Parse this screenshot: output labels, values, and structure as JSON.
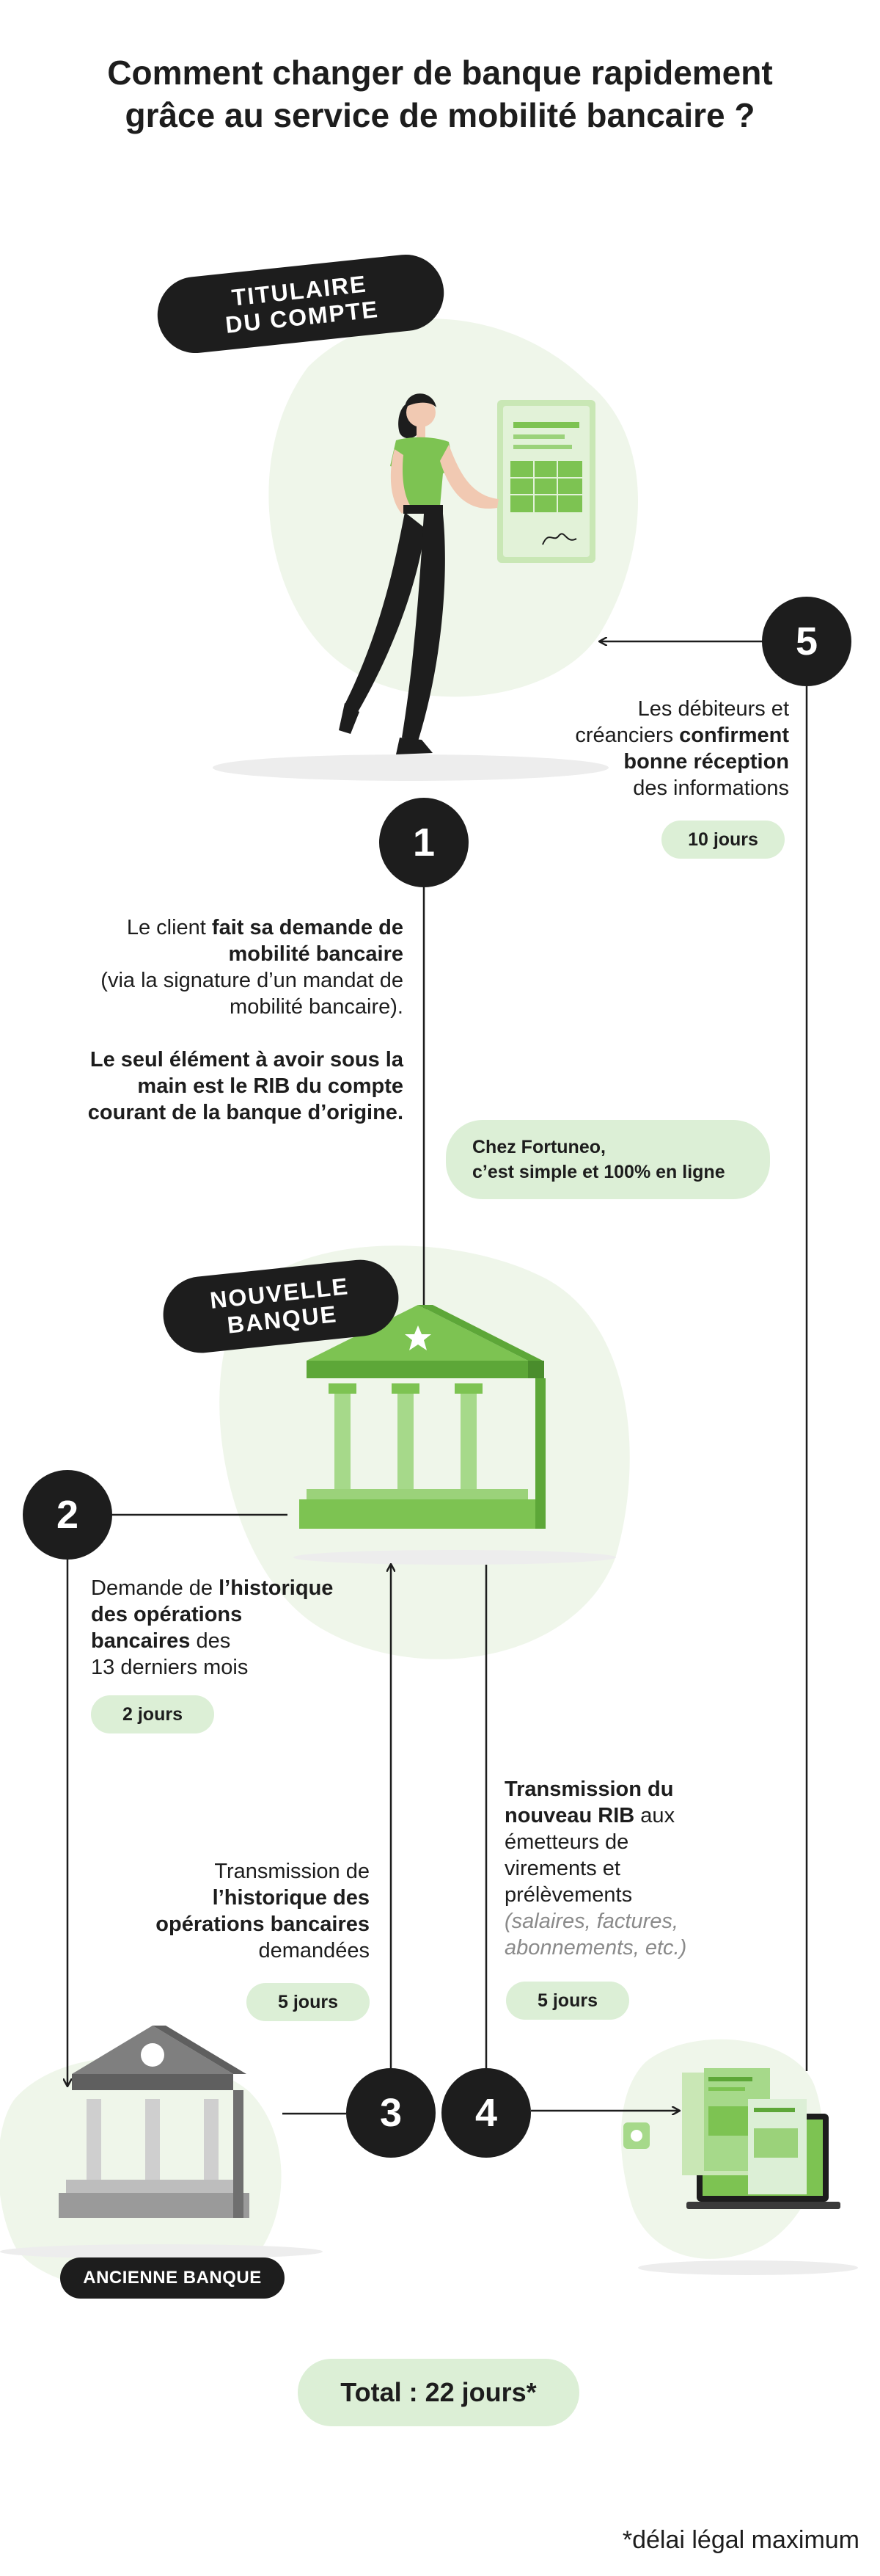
{
  "title": {
    "line1": "Comment changer de banque rapidement",
    "line2": "grâce au service de mobilité bancaire ?"
  },
  "labels": {
    "account_holder_1": "TITULAIRE",
    "account_holder_2": "DU COMPTE",
    "new_bank_1": "NOUVELLE",
    "new_bank_2": "BANQUE",
    "old_bank": "ANCIENNE BANQUE"
  },
  "steps": {
    "s1": {
      "number": "1"
    },
    "s2": {
      "number": "2",
      "duration": "2 jours"
    },
    "s3": {
      "number": "3",
      "duration": "5 jours"
    },
    "s4": {
      "number": "4",
      "duration": "5 jours"
    },
    "s5": {
      "number": "5",
      "duration": "10 jours"
    }
  },
  "texts": {
    "step1_a": "Le client ",
    "step1_b": "fait sa demande de",
    "step1_c": "mobilité bancaire",
    "step1_d": "(via la signature d’un mandat de",
    "step1_e": "mobilité bancaire).",
    "step1_f": "Le seul élément à avoir sous la",
    "step1_g": "main est le RIB du compte",
    "step1_h": "courant de la banque d’origine.",
    "note_1": "Chez Fortuneo,",
    "note_2": "c’est simple et 100% en ligne",
    "step2_a": "Demande de ",
    "step2_b": "l’historique",
    "step2_c": "des opérations",
    "step2_d": "bancaires",
    "step2_e": " des",
    "step2_f": "13 derniers mois",
    "step3_a": "Transmission de",
    "step3_b": "l’historique des",
    "step3_c": "opérations bancaires",
    "step3_d": "demandées",
    "step4_a": "Transmission du",
    "step4_b": "nouveau RIB",
    "step4_c": " aux",
    "step4_d": "émetteurs de",
    "step4_e": "virements et",
    "step4_f": "prélèvements",
    "step4_g": "(salaires, factures,",
    "step4_h": "abonnements, etc.)",
    "step5_a": "Les débiteurs et",
    "step5_b": "créanciers ",
    "step5_c": "confirment",
    "step5_d": "bonne réception",
    "step5_e": "des informations"
  },
  "total": "Total : 22 jours*",
  "footnote": "*délai légal maximum",
  "colors": {
    "dark": "#1d1d1d",
    "green": "#7dc352",
    "green_dark": "#5da738",
    "green_pale": "#dcefd6",
    "green_bg": "#eff6ea",
    "gray_bank": "#9a9a9a"
  }
}
